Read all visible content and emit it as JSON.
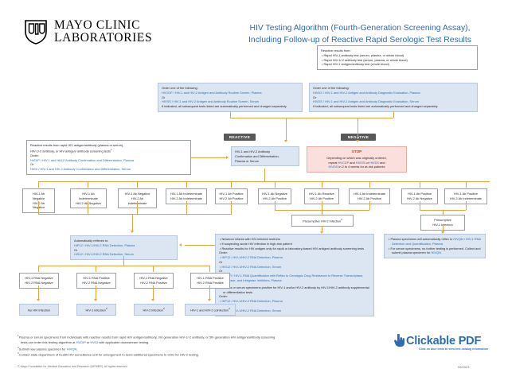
{
  "header": {
    "logo_line1": "MAYO CLINIC",
    "logo_line2": "LABORATORIES",
    "logo_icon": "mayo-shield-icon",
    "title_line1": "HIV Testing Algorithm (Fourth-Generation Screening Assay),",
    "title_line2": "Including Follow-up of Reactive Rapid Serologic Test Results"
  },
  "reactive_results_note": {
    "heading": "Reactive results from:",
    "items": [
      "Rapid HIV-1 antibody test (serum, plasma, or whole blood)",
      "Rapid HIV-1/-2 antibody test (serum, plasma, or whole blood)",
      "Rapid HIV-1 antigen/antibody test (whole blood)"
    ]
  },
  "order_left": {
    "heading": "Order one of the following:",
    "line1": "HVCDP / HIV-1 and HIV-2 Antigen and Antibody Routine Screen, Plasma",
    "or": "Or",
    "line2": "HIVSS / HIV-1 and HIV-2 Antigen and Antibody Routine Screen, Serum",
    "note": "If indicated, all subsequent tests listed are automatically performed and charged separately."
  },
  "order_right": {
    "heading": "Order one of the following:",
    "line1": "HIVDX / HIV-1 and HIV-2 Antigen and Antibody Diagnostic Evaluation, Plasma",
    "or": "Or",
    "line2": "HIVDS / HIV-1 and HIV-2 Antigen and Antibody Diagnostic Evaluation, Serum",
    "note": "If indicated, all subsequent tests listed are automatically performed and charged separately"
  },
  "rapid_reactive": {
    "line1": "Reactive results from rapid HIV antigen/antibody (plasma or serum),",
    "line2": "HIV-1/-2 antibody, or HIV antigen/ antibody screening tests",
    "line2_sup": "1",
    "order_label": "Order:",
    "line3": "HVDIP / HIV-1 and HIV-2 Antibody Confirmation and Differentiation, Plasma",
    "or": "Or",
    "line4": "HVDI / HIV-1 and HIV-2 Antibody Confirmation and Differentiation, Serum"
  },
  "confirm_box": {
    "line1": "HIV-1 and HIV-2 Antibody",
    "line2": "Confirmation and Differentiation,",
    "line3": "Plasma or Serum"
  },
  "branch_labels": {
    "reactive": "REACTIVE",
    "negative": "NEGATIVE"
  },
  "stop_box": {
    "title": "STOP",
    "line1": "Depending on which was originally ordered,",
    "line2_a": "repeat ",
    "line2_b": "HVCDP",
    "line2_c": " and ",
    "line2_d": "HIVSS",
    "line2_e": " or ",
    "line2_f": "HIVDX",
    "line2_g": " and",
    "line3_a": "HIVDS",
    "line3_b": " in 2 to 4 weeks for at-risk patients"
  },
  "ab_results": [
    {
      "l1": "HIV-1 Ab Negative",
      "l2": "HIV-2 Ab Negative"
    },
    {
      "l1": "HIV-1 Ab Indeterminate",
      "l2": "HIV-2 Ab Negative"
    },
    {
      "l1": "HIV-1 Ab Negative",
      "l2": "HIV-2 Ab Indeterminate"
    },
    {
      "l1": "HIV-1 Ab Indeterminate",
      "l2": "HIV-2 Ab Indeterminate"
    },
    {
      "l1": "HIV-1 Ab Positive",
      "l2": "HIV-2 Ab Positive"
    },
    {
      "l1": "HIV-1 Ab Negative",
      "l2": "HIV-2 Ab Positive"
    },
    {
      "l1": "HIV-1 Ab Reactive",
      "l2": "HIV-2 Ab Positive"
    },
    {
      "l1": "HIV-1 Ab Indeterminate",
      "l2": "HIV-2 Ab Positive"
    },
    {
      "l1": "HIV-1 Ab Positive",
      "l2": "HIV-2 Ab Negative"
    },
    {
      "l1": "HIV-1 Ab Positive",
      "l2": "HIV-2 Ab Indeterminate"
    }
  ],
  "presumptive_hiv2": {
    "text": "Presumptive HIV-2 infection",
    "sup": "3"
  },
  "presumptive_hiv1": {
    "l1": "Presumptive",
    "l2": "HIV-1 infection"
  },
  "reflex_box": {
    "line1": "Automatically reflexes to:",
    "line2": "HIP12 / HIV-1/HIV-2 RNA Detection, Plasma",
    "or": "Or",
    "line3": "HIS12 / HIV-1/HIV-2 RNA Detection, Serum"
  },
  "indications_box": {
    "bullets": [
      "Newborn infants with HIV-infected mothers",
      "If suspecting acute HIV infection in high-risk patient",
      "Reactive results for HIV antigen only for rapid or laboratory-based HIV antigen/ antibody screening tests"
    ],
    "order_label": "Order:",
    "order_bullets": [
      "HIP12 / HIV-1/HIV-2 RNA Detection, Plasma",
      "HIS12 / HIV-1/HIV-2 RNA Detection, Serum",
      "HIQDR / HIV-1 RNA Quantification with Reflex to Genotypic Drug Resistance to Reverse Transcriptase, Protease, and Integrase Inhibitors, Plasma"
    ],
    "or": "Or",
    "bullet2": "Plasma or serum specimens positive for HIV-1 and/or HIV-2 antibody by HIV-1/HIV-2 antibody supplemental or differentiation tests",
    "order_label2": "Order:",
    "order_bullets2": [
      "HIP12 / HIV-1/HIV-2 RNA Detection, Plasma",
      "HIS12 / HIV-1/HIV-2 RNA Detection, Serum"
    ]
  },
  "plasma_reflex_box": {
    "b1_a": "Plasma specimens will automatically reflex to ",
    "b1_b": "HIVQN / HIV-1 RNA Detection and Quantification, Plasma",
    "b2_a": "For serum specimens, no further testing is performed. Collect and submit plasma specimen for ",
    "b2_b": "HIVQN."
  },
  "rna_results": [
    {
      "l1": "HIV-1 RNA Negative",
      "l2": "HIV-2 RNA Negative"
    },
    {
      "l1": "HIV-1 RNA Positive",
      "l2": "HIV-2 RNA Negative"
    },
    {
      "l1": "HIV-1 RNA Negative",
      "l2": "HIV-2 RNA Positive"
    },
    {
      "l1": "HIV-1 RNA Positive",
      "l2": "HIV-2 RNA Positive"
    }
  ],
  "conclusions": [
    {
      "text": "No HIV infection",
      "sup": ""
    },
    {
      "text": "HIV-1 infection",
      "sup": "3"
    },
    {
      "text": "HIV-2 infection",
      "sup": "3"
    },
    {
      "text": "HIV-1 and HIV-2 coinfection",
      "sup": "3"
    }
  ],
  "footnotes": [
    {
      "sup": "1",
      "a": "Plasma or serum specimens from individuals with reactive results from rapid HIV antigen/antibody, 3rd generation HIV-1/-2 antibody, or 5th generation HIV antigen/antibody screening tests can enter this testing algorithm at ",
      "lnk1": "HVDIP",
      "b": " or ",
      "lnk2": "HVDI",
      "c": " with applicable downstream testing."
    },
    {
      "sup": "2",
      "a": "Submit new plasma specimen for ",
      "lnk1": "HIVQN",
      "b": ".",
      "lnk2": "",
      "c": ""
    },
    {
      "sup": "3",
      "a": "Contact state department of health HIV surveillance unit for arrangement to send additional specimens to CDC for HIV-2 testing.",
      "lnk1": "",
      "b": "",
      "lnk2": "",
      "c": ""
    }
  ],
  "badge": {
    "main": "Clickable PDF",
    "sub": "Click on blue texts to view test catalog information",
    "icon": "hand-pointer-icon"
  },
  "copyright": "© Mayo Foundation for Medical Education and Research (MFMER). All rights reserved.",
  "date": "05/2023",
  "colors": {
    "accent": "#2f6bb0",
    "connector": "#e8a33d",
    "blue_box": "#dce6f2",
    "pink_box": "#fbdfdc",
    "pill": "#595959"
  }
}
